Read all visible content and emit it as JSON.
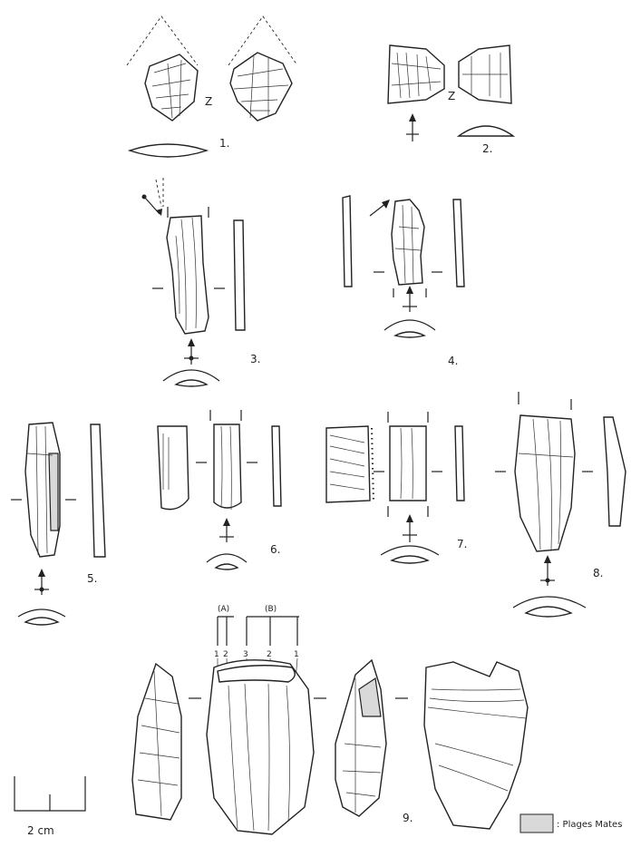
{
  "artifacts": [
    {
      "number": "1."
    },
    {
      "number": "2."
    },
    {
      "number": "3."
    },
    {
      "number": "4."
    },
    {
      "number": "5."
    },
    {
      "number": "6."
    },
    {
      "number": "7."
    },
    {
      "number": "8."
    },
    {
      "number": "9."
    }
  ],
  "z_marks": [
    "Z",
    "Z"
  ],
  "groups": {
    "a": "(A)",
    "b": "(B)"
  },
  "ribs": [
    "1",
    "2",
    "3",
    "2",
    "1"
  ],
  "scale": {
    "label": "2 cm"
  },
  "legend": {
    "label": ": Plages Mates",
    "swatch_color": "#d9d9d9"
  }
}
